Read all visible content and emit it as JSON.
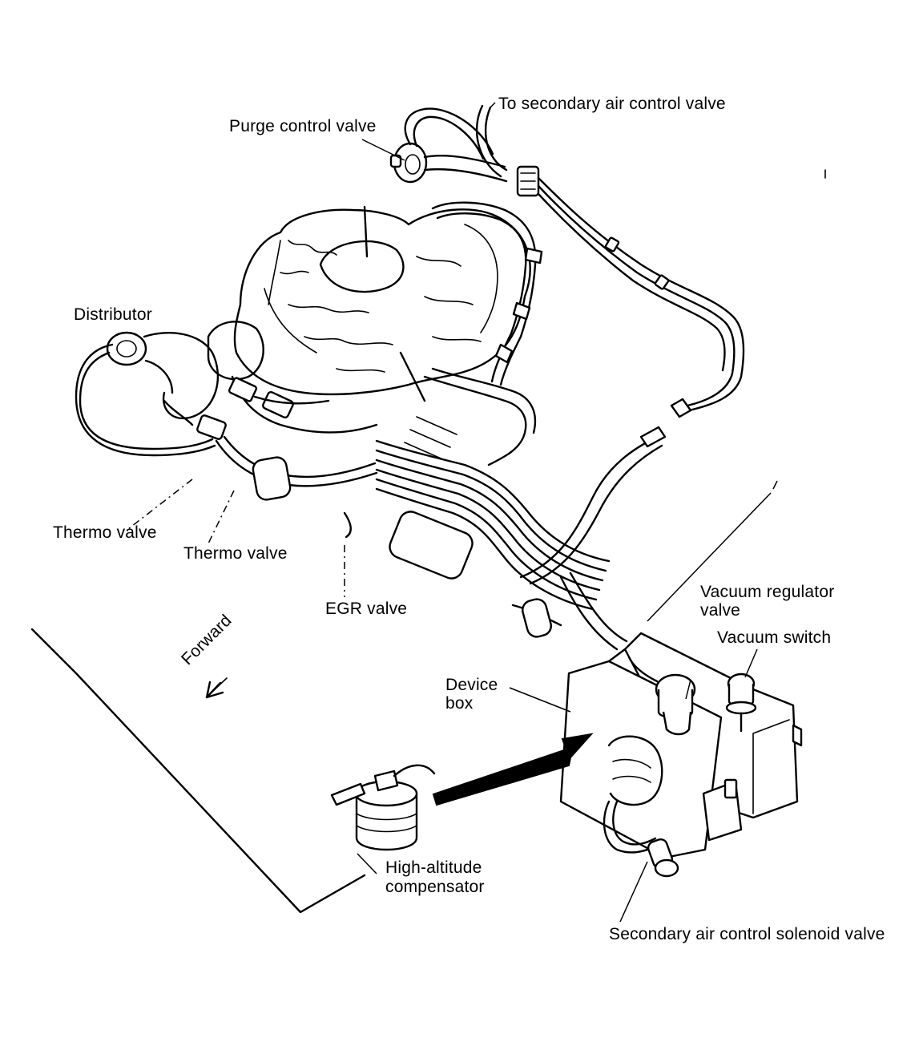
{
  "labels": {
    "purge_control_valve": "Purge control valve",
    "to_secondary_air": "To secondary air control valve",
    "distributor": "Distributor",
    "thermo_valve_1": "Thermo valve",
    "thermo_valve_2": "Thermo valve",
    "egr_valve": "EGR valve",
    "forward": "Forward",
    "vacuum_regulator_line1": "Vacuum regulator",
    "vacuum_regulator_line2": "valve",
    "vacuum_switch": "Vacuum switch",
    "device_box_line1": "Device",
    "device_box_line2": "box",
    "high_altitude_line1": "High-altitude",
    "high_altitude_line2": "compensator",
    "secondary_air_solenoid": "Secondary air control solenoid valve"
  }
}
